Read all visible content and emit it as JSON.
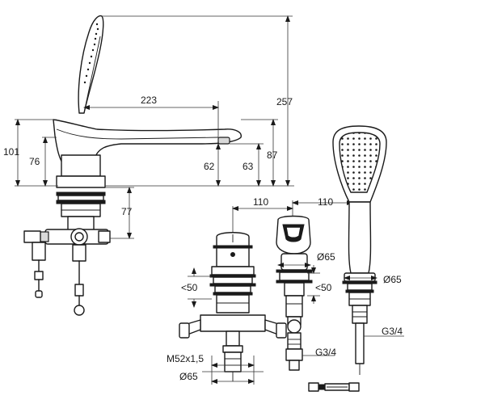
{
  "dimensions": {
    "spout_reach": "223",
    "total_height": "257",
    "height_101": "101",
    "height_76": "76",
    "height_62": "62",
    "height_63": "63",
    "height_87": "87",
    "height_77": "77",
    "spacing_left": "110",
    "spacing_right": "110",
    "diameter_mid": "Ø65",
    "diameter_right": "Ø65",
    "diameter_bottom": "Ø65",
    "deck_left": "<50",
    "deck_mid": "<50",
    "thread_mid": "G3/4",
    "thread_right": "G3/4",
    "nut_thread": "M52x1,5"
  }
}
